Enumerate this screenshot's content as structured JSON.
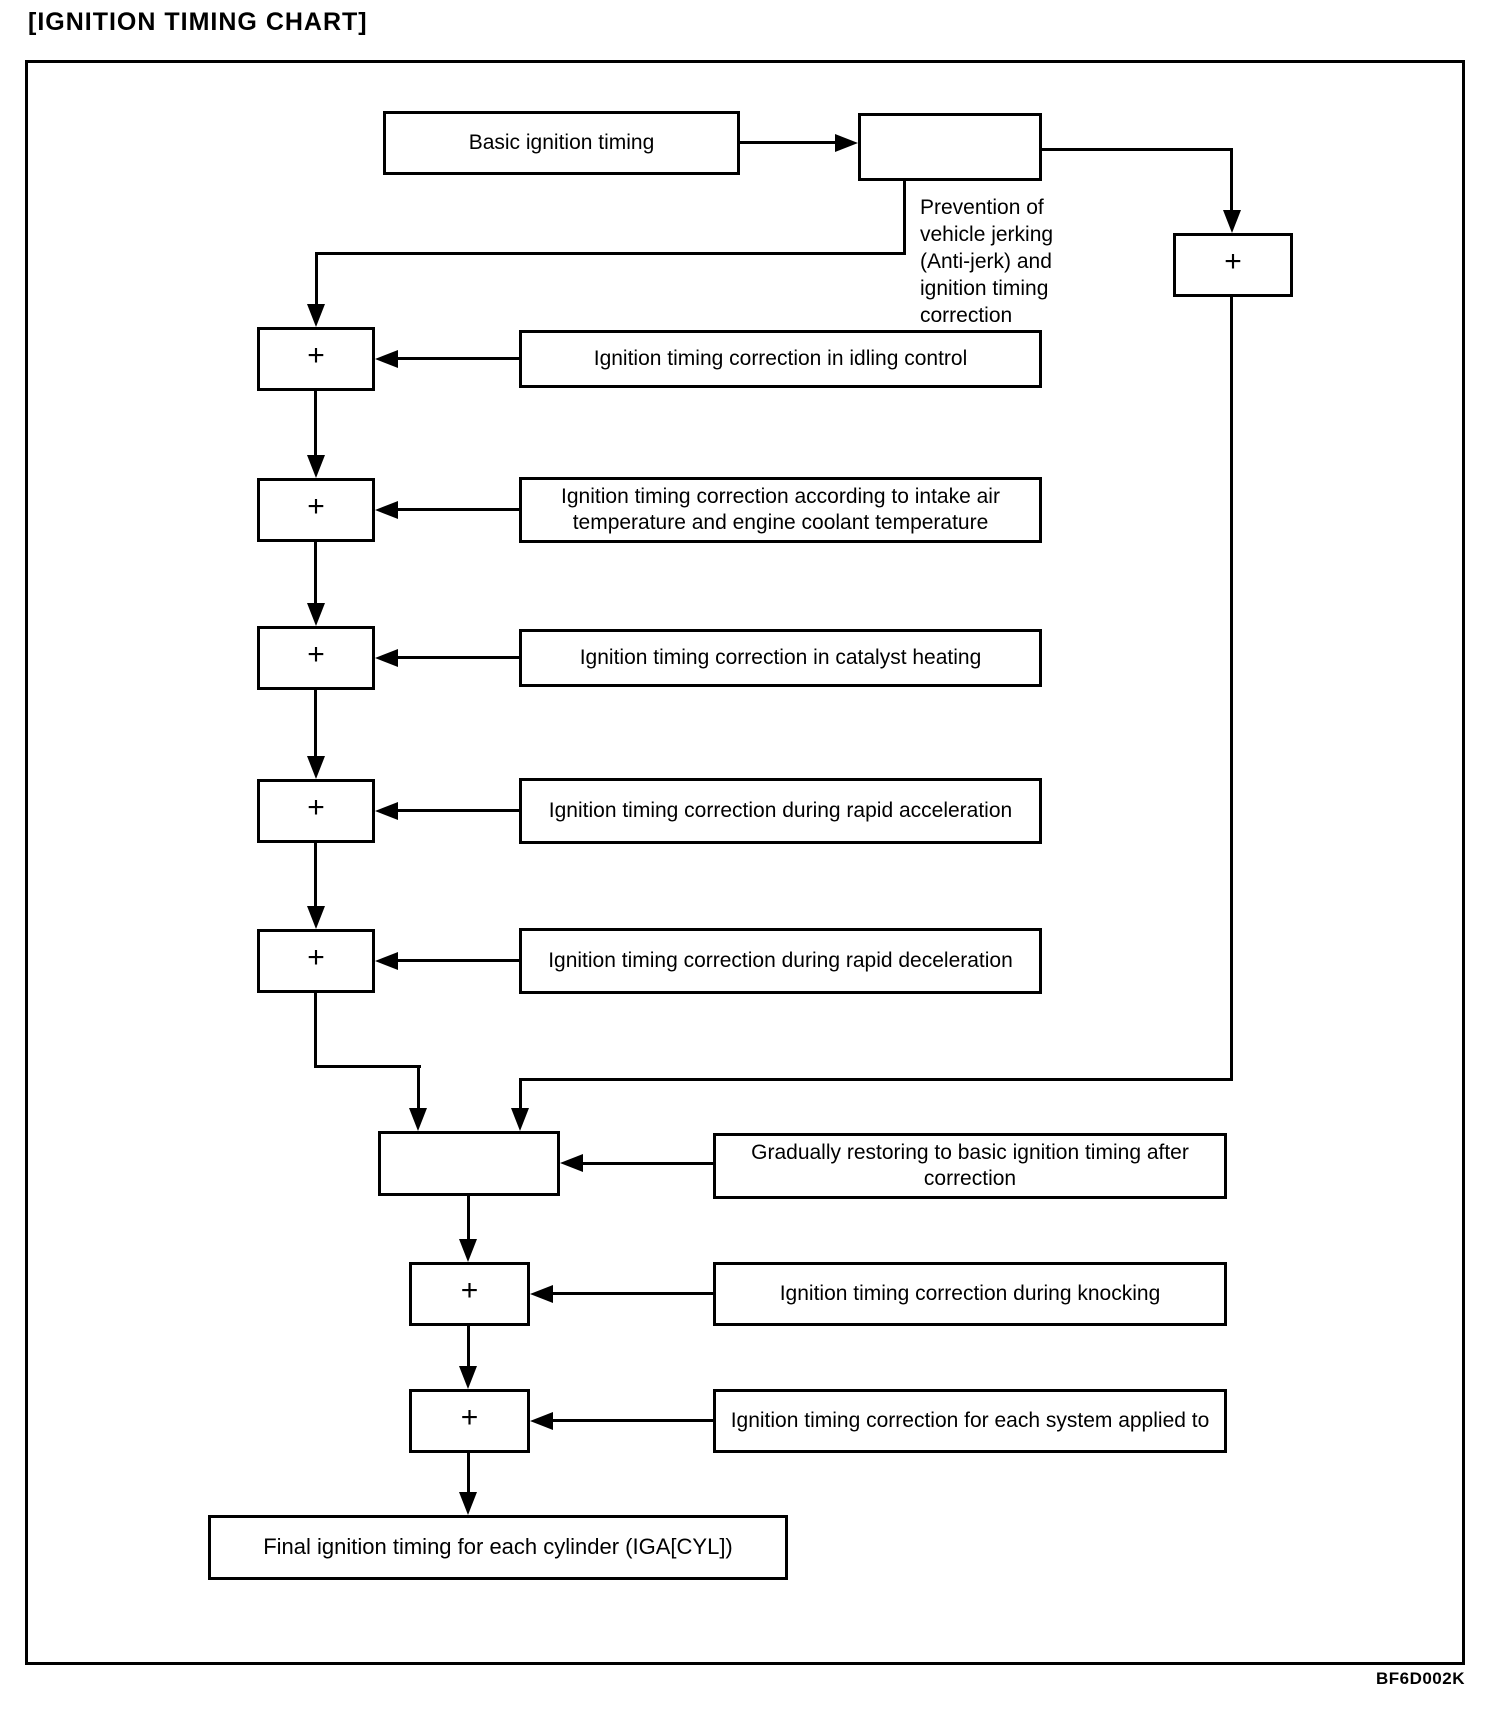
{
  "page_title": "[IGNITION TIMING CHART]",
  "figure_code": "BF6D002K",
  "sum_symbol": "+",
  "nodes": {
    "basic": "Basic ignition timing",
    "prevention_note": "Prevention of\nvehicle jerking\n(Anti-jerk) and\nignition timing\ncorrection",
    "idling": "Ignition timing correction in idling control",
    "intake_coolant": "Ignition timing correction according to intake air temperature and engine coolant temperature",
    "catalyst": "Ignition timing correction in catalyst heating",
    "rapid_accel": "Ignition timing correction during rapid acceleration",
    "rapid_decel": "Ignition timing correction during rapid deceleration",
    "gradually_restoring": "Gradually restoring to basic ignition timing after correction",
    "knocking": "Ignition timing correction during knocking",
    "each_system": "Ignition timing correction for each system applied to",
    "final": "Final ignition timing for each cylinder (IGA[CYL])"
  }
}
